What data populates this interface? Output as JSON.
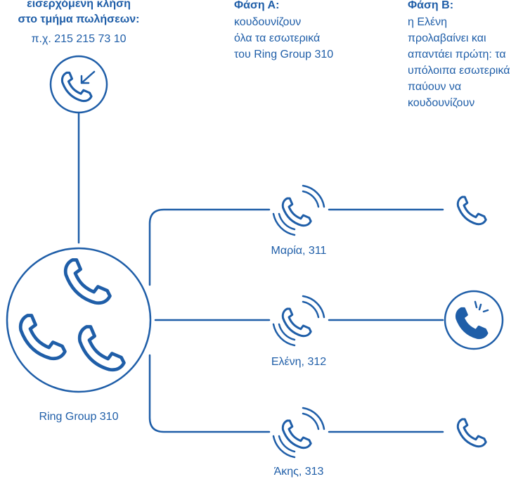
{
  "incoming": {
    "title_line1": "εισερχόμενη κλήση",
    "title_line2": "στο τμήμα πωλήσεων:",
    "number": "π.χ. 215 215 73 10"
  },
  "phase_a": {
    "title": "Φάση Α:",
    "lines": [
      "κουδουνίζουν",
      "όλα τα εσωτερικά",
      "του Ring Group 310"
    ]
  },
  "phase_b": {
    "title": "Φάση Β:",
    "lines": [
      "η Ελένη",
      "προλαβαίνει και",
      "απαντάει πρώτη: τα",
      "υπόλοιπα εσωτερικά",
      "παύουν να",
      "κουδουνίζουν"
    ]
  },
  "ring_group": {
    "label": "Ring Group 310"
  },
  "extensions": [
    {
      "label": "Μαρία, 311"
    },
    {
      "label": "Ελένη, 312"
    },
    {
      "label": "Άκης, 313"
    }
  ],
  "colors": {
    "line": "#1f5ea8",
    "answered_phone": "#1f5ea8",
    "background": "#ffffff"
  },
  "icons": {
    "incoming": "incoming-call-icon",
    "ringing": "ringing-phone-icon",
    "idle": "phone-icon",
    "answered": "answered-phone-icon"
  }
}
